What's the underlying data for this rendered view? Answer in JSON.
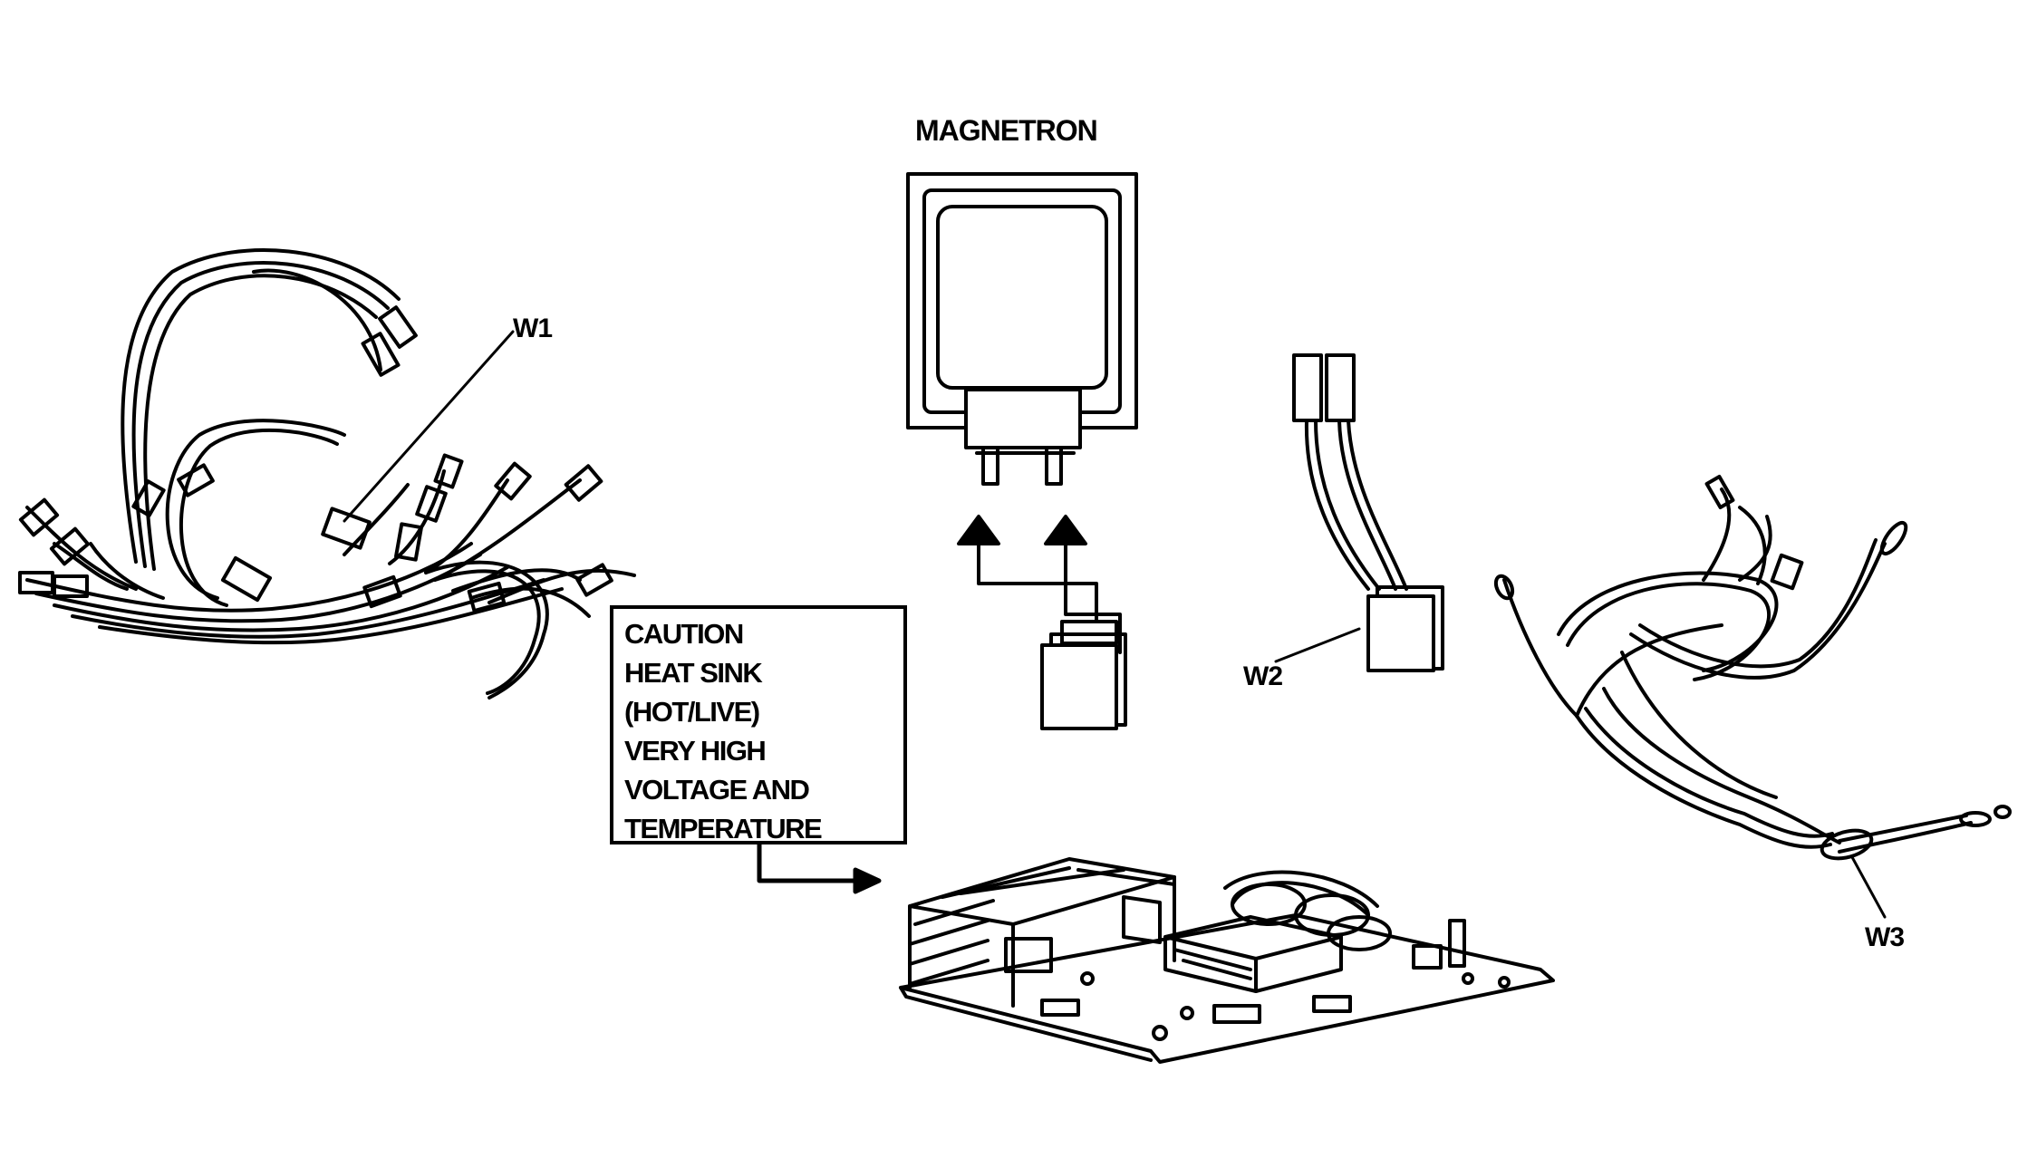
{
  "title": "MAGNETRON",
  "labels": {
    "w1": "W1",
    "w2": "W2",
    "w3": "W3"
  },
  "caution": {
    "lines": [
      "CAUTION",
      "HEAT SINK",
      "(HOT/LIVE)",
      "VERY HIGH",
      "VOLTAGE AND",
      "TEMPERATURE"
    ]
  }
}
